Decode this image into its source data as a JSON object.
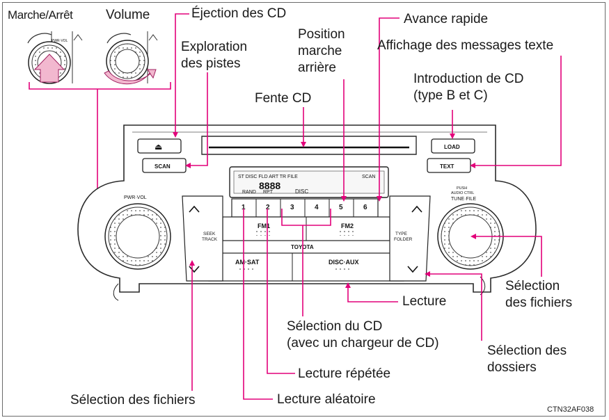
{
  "labels": {
    "marche_arret": "Marche/Arrêt",
    "volume": "Volume",
    "ejection": "Éjection des CD",
    "avance": "Avance rapide",
    "exploration": "Exploration\ndes pistes",
    "position": "Position\nmarche\narrière",
    "affichage": "Affichage des messages texte",
    "introduction": "Introduction de CD\n(type B et C)",
    "fente": "Fente CD",
    "selection_fichiers_right": "Sélection\ndes fichiers",
    "lecture": "Lecture",
    "selection_cd": "Sélection du CD\n(avec un chargeur de CD)",
    "selection_dossiers": "Sélection des\ndossiers",
    "lecture_repetee": "Lecture répétée",
    "selection_fichiers_left": "Sélection des fichiers",
    "lecture_aleatoire": "Lecture aléatoire",
    "figure_code": "CTN32AF038"
  },
  "device": {
    "eject_symbol": "⏏",
    "scan": "SCAN",
    "load": "LOAD",
    "text": "TEXT",
    "pwr_vol": "PWR·VOL",
    "push_audio_ctrl": "PUSH\nAUDIO CTRL",
    "tune_file": "TUNE·FILE",
    "seek_track": "SEEK\nTRACK",
    "type_folder": "TYPE\nFOLDER",
    "fm1": "FM1",
    "fm2": "FM2",
    "toyota": "TOYOTA",
    "am_sat": "AM·SAT",
    "disc_aux": "DISC·AUX",
    "presets": [
      "1",
      "2",
      "3",
      "4",
      "5",
      "6"
    ],
    "display_text": "ST  DISC   FLD  ART  TR  FILE",
    "display_scan": "SCAN",
    "display_rand": "RAND",
    "display_rpt": "RPT",
    "display_disc": "DISC",
    "display_digits": "8888",
    "inset_pwr": "PWR·VOL"
  },
  "colors": {
    "callout": "#e2007a",
    "frame": "#6a6a6a",
    "device_line": "#333333"
  }
}
